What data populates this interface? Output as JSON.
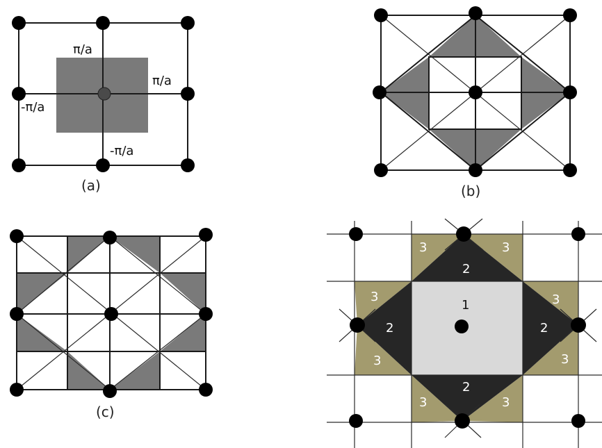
{
  "colors": {
    "gray_zone": "#7a7a7a",
    "light_zone": "#d9d9d9",
    "dark_zone": "#262626",
    "olive_zone": "#a39b6e",
    "gamma_point": "#4a4a4a"
  },
  "panel_a": {
    "caption": "(a)",
    "label_top": "π/a",
    "label_right": "π/a",
    "label_left": "-π/a",
    "label_bottom": "-π/a"
  },
  "panel_b": {
    "caption": "(b)"
  },
  "panel_c": {
    "caption": "(c)"
  },
  "panel_d": {
    "zone1": "1",
    "zone2": "2",
    "zone3": "3"
  }
}
